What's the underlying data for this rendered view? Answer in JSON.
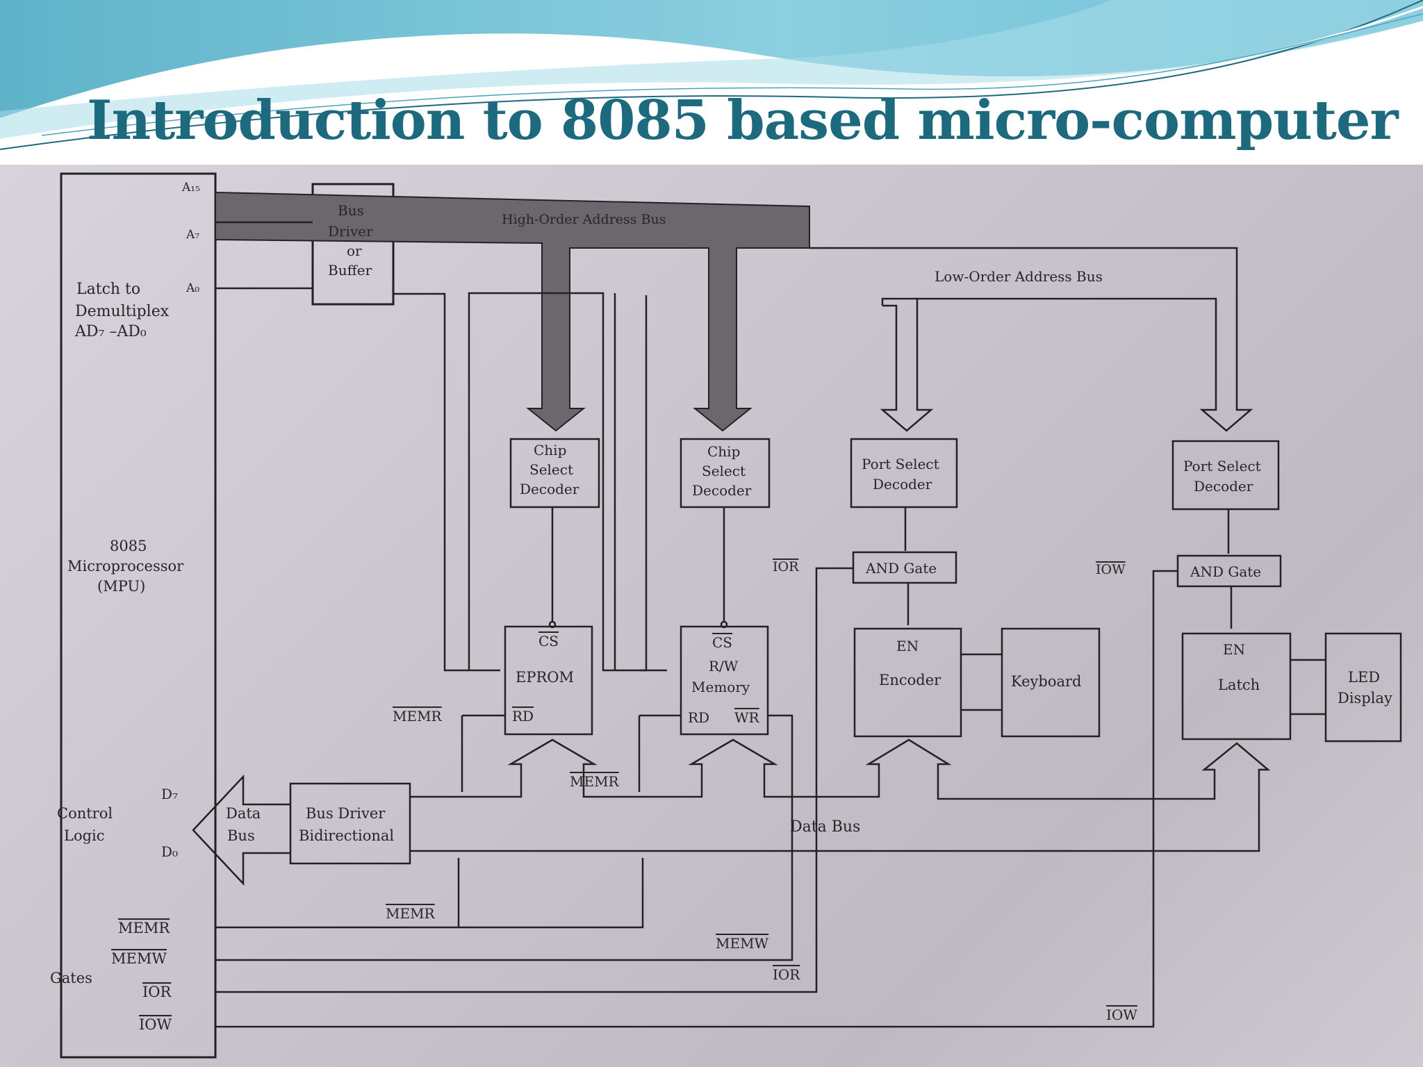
{
  "slide": {
    "title": "Introduction to 8085 based micro-computer"
  },
  "mpu": {
    "a15": "A₁₅",
    "a7": "A₇",
    "a0": "A₀",
    "latch_line1": "Latch to",
    "latch_line2": "Demultiplex",
    "latch_line3": "AD₇ –AD₀",
    "cpu_line1": "8085",
    "cpu_line2": "Microprocessor",
    "cpu_line3": "(MPU)",
    "control_line1": "Control",
    "control_line2": "Logic",
    "d7": "D₇",
    "d0": "D₀",
    "gates": "Gates",
    "memr": "MEMR",
    "memw": "MEMW",
    "ior": "IOR",
    "iow": "IOW"
  },
  "bus_buffer": {
    "line1": "Bus",
    "line2": "Driver",
    "line3": "or",
    "line4": "Buffer"
  },
  "buses": {
    "high_order": "High-Order Address Bus",
    "low_order": "Low-Order Address Bus",
    "data_bus": "Data Bus",
    "data_arrow_line1": "Data",
    "data_arrow_line2": "Bus"
  },
  "bus_driver": {
    "line1": "Bus Driver",
    "line2": "Bidirectional"
  },
  "decoders": {
    "chip_line1": "Chip",
    "chip_line2": "Select",
    "chip_line3": "Decoder",
    "port_line1": "Port Select",
    "port_line2": "Decoder"
  },
  "eprom": {
    "cs": "CS",
    "name": "EPROM",
    "rd": "RD"
  },
  "rw_memory": {
    "cs": "CS",
    "line1": "R/W",
    "line2": "Memory",
    "rd": "RD",
    "wr": "WR"
  },
  "and_gate": "AND Gate",
  "encoder": {
    "en": "EN",
    "name": "Encoder"
  },
  "keyboard": "Keyboard",
  "latch": {
    "en": "EN",
    "name": "Latch"
  },
  "led": {
    "line1": "LED",
    "line2": "Display"
  },
  "signals": {
    "memr": "MEMR",
    "memw": "MEMW",
    "ior": "IOR",
    "iow": "IOW"
  }
}
